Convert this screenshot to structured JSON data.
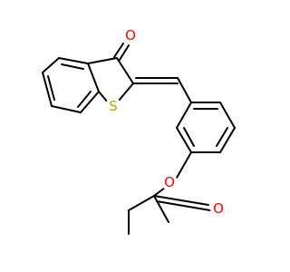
{
  "molecule": {
    "atoms": [
      {
        "id": "O_keto",
        "symbol": "O",
        "color": "#ff0000"
      },
      {
        "id": "S_ring",
        "symbol": "S",
        "color": "#c8a000"
      },
      {
        "id": "O_ester",
        "symbol": "O",
        "color": "#ff0000"
      },
      {
        "id": "O_carbonyl",
        "symbol": "O",
        "color": "#ff0000"
      }
    ],
    "bond_color": "#000000"
  }
}
